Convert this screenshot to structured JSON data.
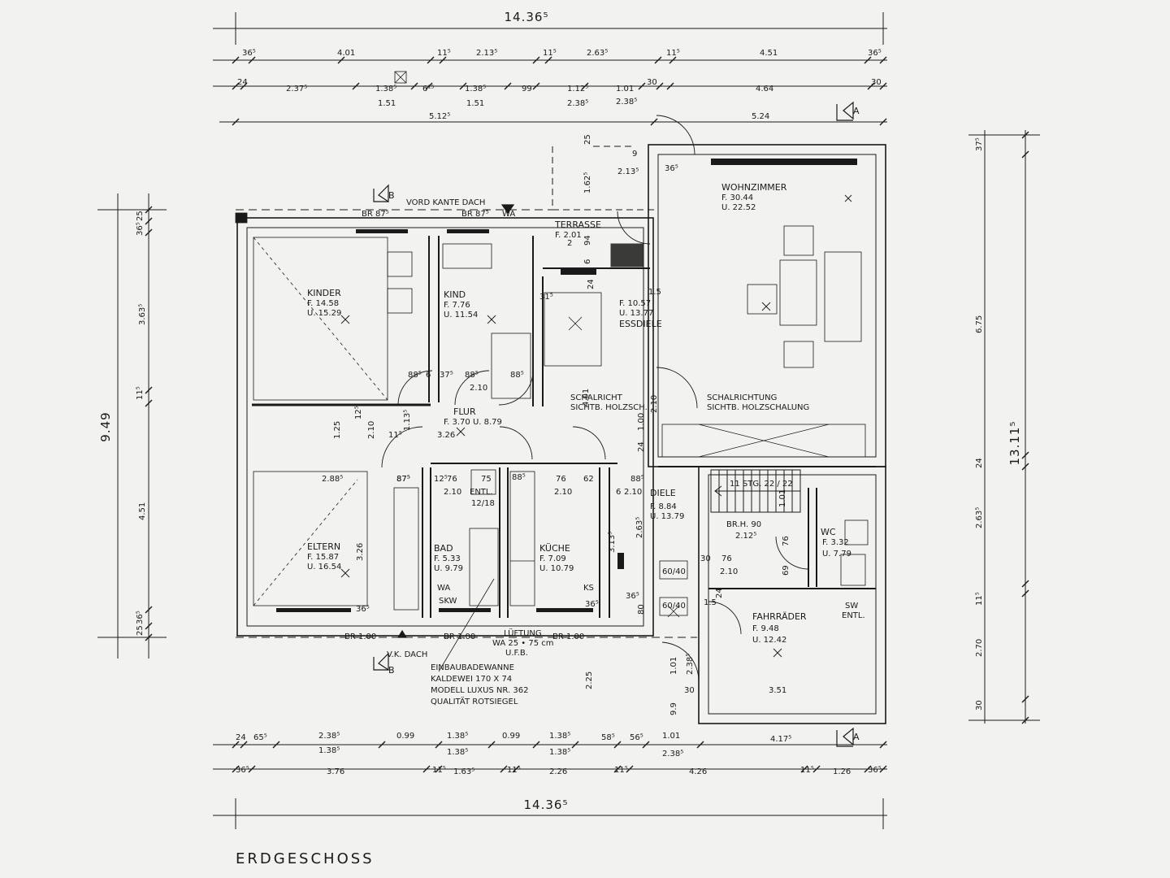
{
  "sheet": {
    "title": "ERDGESCHOSS",
    "overall_width_top": "14.36⁵",
    "overall_width_bottom": "14.36⁵",
    "overall_depth_left": "9.49",
    "overall_depth_right": "13.11⁵"
  },
  "rooms": {
    "wohnzimmer": {
      "name": "WOHNZIMMER",
      "f": "F. 30.44",
      "u": "U. 22.52"
    },
    "kinder": {
      "name": "KINDER",
      "f": "F. 14.58",
      "u": "U. 15.29"
    },
    "kind": {
      "name": "KIND",
      "f": "F. 7.76",
      "u": "U. 11.54"
    },
    "essdiele": {
      "name": "ESSDIELE",
      "f": "F. 10.57",
      "u": "U. 13.77"
    },
    "terrasse": {
      "name": "TERRASSE",
      "f": "F. 2.01",
      "u": "2"
    },
    "flur": {
      "name": "FLUR",
      "fu": "F. 3.70 U. 8.79",
      "extra": "3.26"
    },
    "eltern": {
      "name": "ELTERN",
      "f": "F. 15.87",
      "u": "U. 16.54"
    },
    "bad": {
      "name": "BAD",
      "f": "F. 5.33",
      "u": "U. 9.79"
    },
    "kueche": {
      "name": "KÜCHE",
      "f": "F. 7.09",
      "u": "U. 10.79"
    },
    "diele": {
      "name": "DIELE",
      "f": "F. 8.84",
      "u": "U. 13.79"
    },
    "wc": {
      "name": "WC",
      "f": "F. 3.32",
      "u": "U. 7.79"
    },
    "fahrraeder": {
      "name": "FAHRRÄDER",
      "f": "F. 9.48",
      "u": "U. 12.42"
    }
  },
  "notes": {
    "vord_kante_dach": "VORD KANTE DACH",
    "vk_dach": "V.K. DACH",
    "wa": "WA",
    "schalrichtung_1a": "SCHALRICHT",
    "schalrichtung_1b": "SICHTB. HOLZSCH.",
    "schalrichtung_2a": "SCHALRICHTUNG",
    "schalrichtung_2b": "SICHTB. HOLZSCHALUNG",
    "treppe": "11 STG. 22 / 22",
    "brh": "BR.H. 90",
    "lueftung": "LÜFTUNG",
    "lueftung_size": "WA 25 • 75 cm",
    "lueftung_ufb": "U.F.B.",
    "entl": "ENTL.",
    "sw": "SW",
    "sw_entl": "ENTL.",
    "ks": "KS",
    "wa_bad": "WA",
    "skw": "SKW",
    "box1": "60/40",
    "box2": "60/40",
    "wanne_1": "EINBAUBADEWANNE",
    "wanne_2": "KALDEWEI  170 X 74",
    "wanne_3": "MODELL LUXUS NR. 362",
    "wanne_4": "QUALITÄT ROTSIEGEL",
    "br_875_a": "BR 87⁵",
    "br_875_b": "BR 87⁵",
    "br_100_a": "BR 1.00",
    "br_100_b": "BR 1.00",
    "br_100_c": "BR 1.00"
  },
  "section_marks": {
    "a1": "A",
    "a2": "A",
    "b1": "B",
    "b2": "B"
  },
  "dims": {
    "top_row1": [
      "36⁵",
      "4.01",
      "11⁵",
      "2.13⁵",
      "11⁵",
      "2.63⁵",
      "11⁵",
      "4.51",
      "36⁵"
    ],
    "top_row2": [
      "24",
      "2.37⁵",
      "1.38⁵",
      "6¹⁵",
      "1.38⁵",
      "99",
      "1.12⁵",
      "1.01",
      "30",
      "4.64",
      "30"
    ],
    "top_row2b": [
      "1.51",
      "1.51",
      "2.38⁵",
      "2.38⁵"
    ],
    "top_row3": [
      "5.12⁵",
      "5.24"
    ],
    "bottom_row1": [
      "24",
      "65⁵",
      "2.38⁵",
      "0.99",
      "1.38⁵",
      "0.99",
      "1.38⁵",
      "58⁵",
      "56⁵",
      "1.01",
      "4.17⁵"
    ],
    "bottom_row1b": [
      "1.38⁵",
      "1.38⁵",
      "1.38⁵",
      "2.38⁵"
    ],
    "bottom_row2": [
      "36⁵",
      "3.76",
      "11⁵",
      "1.63⁵",
      "11⁵",
      "2.26",
      "11⁵",
      "4.26",
      "11⁵",
      "1.26",
      "36⁵"
    ],
    "left_col": [
      "36⁵",
      "25",
      "3.63⁵",
      "11⁵",
      "4.51",
      "36⁵",
      "25"
    ],
    "right_col": [
      "37⁵",
      "6.75",
      "24",
      "2.63⁵",
      "11⁵",
      "2.70",
      "30"
    ],
    "inner": [
      "25",
      "2.13⁵",
      "1.62⁵",
      "9",
      "36⁵",
      "94",
      "6",
      "24",
      "31⁵",
      "1.5",
      "88⁵",
      "6",
      "88⁵",
      "37⁵",
      "88⁵",
      "87⁵",
      "2.10",
      "1.25",
      "12⁵",
      "2.10",
      "11⁵",
      "1.13⁵",
      "2.88⁵",
      "87⁵",
      "12⁵",
      "76",
      "2.10",
      "75",
      "12/18",
      "88⁵",
      "76",
      "2.10",
      "62",
      "6",
      "88⁵",
      "2.10",
      "4.01",
      "2.10",
      "24",
      "1.00",
      "3.26",
      "3.13⁵",
      "2.63⁵",
      "36⁵",
      "80",
      "2.12⁵",
      "76",
      "69",
      "30",
      "76",
      "2.10",
      "24",
      "2.25",
      "9.9",
      "1.01",
      "2.38⁵",
      "30",
      "3.51",
      "1.01",
      "36⁵",
      "36⁵",
      "1.5"
    ]
  },
  "colors": {
    "ink": "#1a1a1a",
    "paper": "#f2f2f0"
  }
}
